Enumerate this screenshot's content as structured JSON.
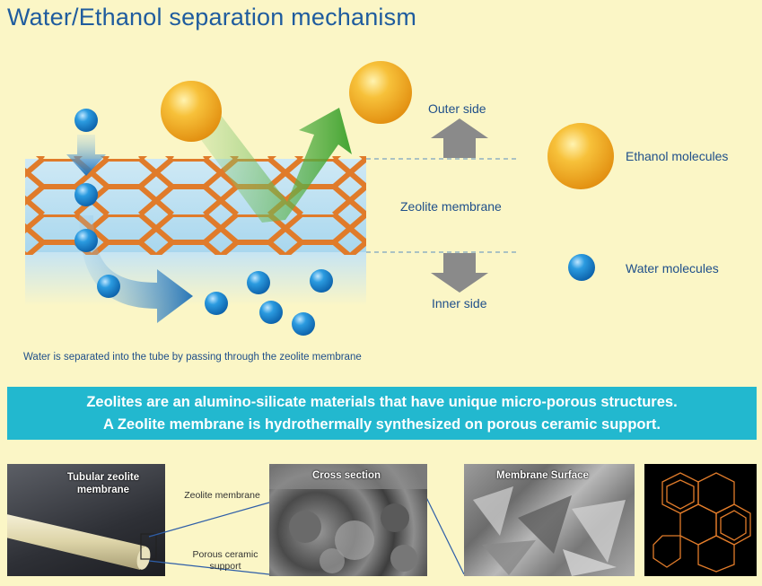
{
  "title": "Water/Ethanol separation mechanism",
  "diagram": {
    "outer_side": "Outer side",
    "zeolite_membrane": "Zeolite membrane",
    "inner_side": "Inner side",
    "caption": "Water is separated into the tube by passing through the zeolite membrane"
  },
  "legend": {
    "ethanol": "Ethanol molecules",
    "water": "Water molecules"
  },
  "banner": {
    "line1": "Zeolites are an alumino-silicate materials that have unique micro-porous structures.",
    "line2": "A Zeolite membrane is hydrothermally synthesized on porous ceramic support."
  },
  "photos": {
    "tube_label": "Tubular zeolite membrane",
    "zeolite_membrane_label": "Zeolite membrane",
    "porous_support_label": "Porous ceramic support",
    "cross_section": "Cross section",
    "membrane_surface": "Membrane Surface"
  },
  "colors": {
    "title": "#1f5c9e",
    "banner": "#22b8cf",
    "honeycomb": "#e07b2a",
    "ethanol": "#f3a722",
    "water": "#1e8fd6",
    "arrow_green": "#3aa02a",
    "arrow_blue": "#1e6fb5"
  }
}
